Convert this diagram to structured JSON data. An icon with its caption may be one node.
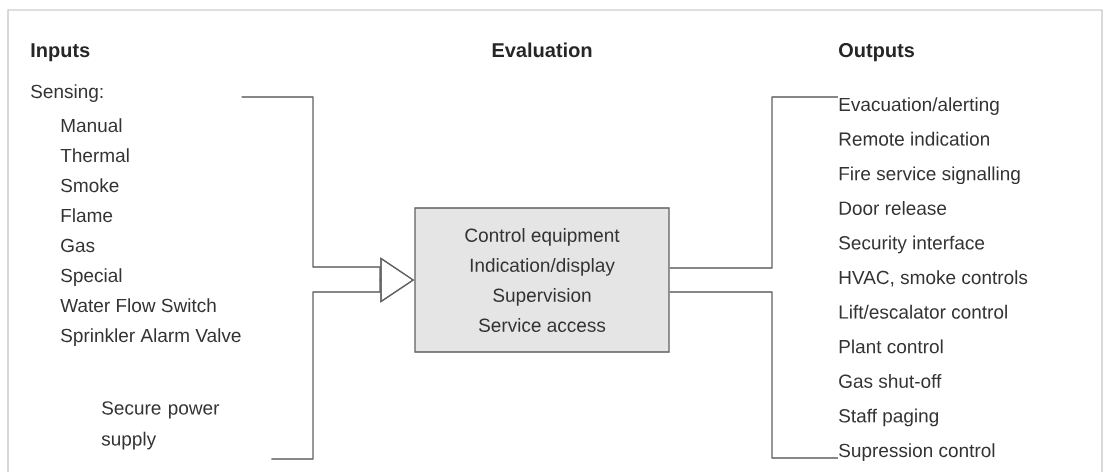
{
  "diagram": {
    "nodes": [
      {
        "text": [
          "Sensing:",
          "Manual",
          "Thermal",
          "Smoke",
          "Flame",
          "Gas",
          "Special",
          "Water Flow Switch",
          "Sprinkler Alarm Valve"
        ]
      },
      {
        "text": [
          "Secure power supply"
        ]
      },
      {
        "text": [
          "Control equipment",
          "Indication/display",
          "Supervision",
          "Service access"
        ]
      },
      {
        "text": [
          "Evacuation/alerting",
          "Remote indication",
          "Fire service signalling",
          "Door release",
          "Security interface",
          "HVAC, smoke controls",
          "Lift/escalator control",
          "Plant control",
          "Gas shut-off",
          "Staff paging",
          "Supression control"
        ]
      }
    ],
    "edges": [
      {
        "from": 0,
        "to": 2,
        "arrow": "to"
      },
      {
        "from": 1,
        "to": 2,
        "arrow": "to"
      },
      {
        "from": 2,
        "to": 3,
        "arrow": "none"
      },
      {
        "from": 2,
        "to": 3,
        "arrow": "none"
      }
    ],
    "labels": [
      "Inputs",
      "Evaluation",
      "Outputs"
    ]
  }
}
